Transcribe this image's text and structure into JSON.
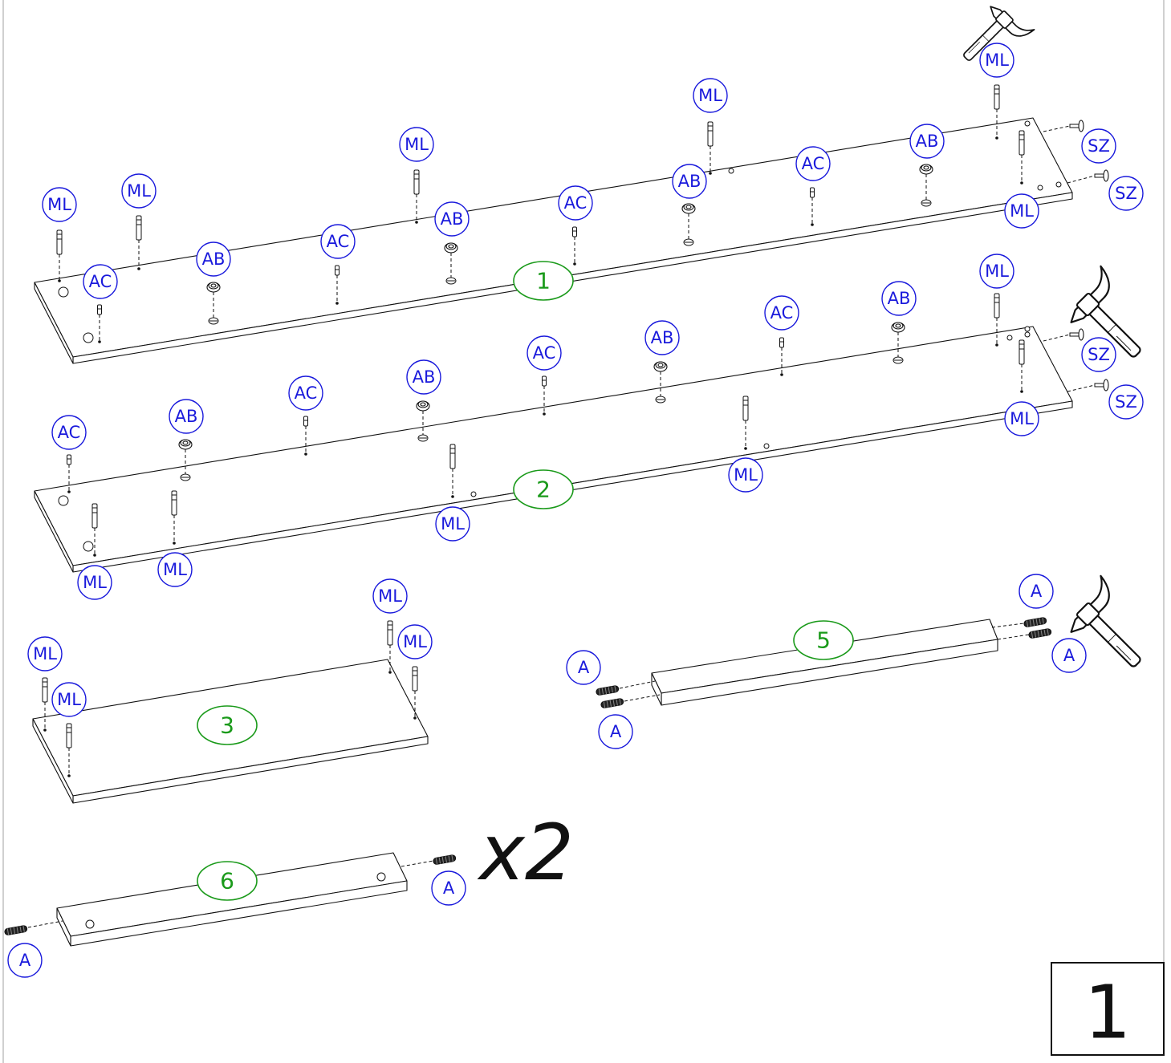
{
  "parts": [
    {
      "id": "part-1",
      "label": "1"
    },
    {
      "id": "part-2",
      "label": "2"
    },
    {
      "id": "part-3",
      "label": "3"
    },
    {
      "id": "part-5",
      "label": "5"
    },
    {
      "id": "part-6",
      "label": "6"
    }
  ],
  "multiplier": "x2",
  "step_number": "1",
  "hardware_labels": {
    "ML": "ML",
    "AC": "AC",
    "AB": "AB",
    "SZ": "SZ",
    "A": "A"
  },
  "colors": {
    "hardware_label": "#1a1adc",
    "part_label": "#1a9a1a",
    "line": "#111111"
  },
  "icons": [
    "hammer-icon",
    "hammer-icon",
    "hammer-icon"
  ]
}
